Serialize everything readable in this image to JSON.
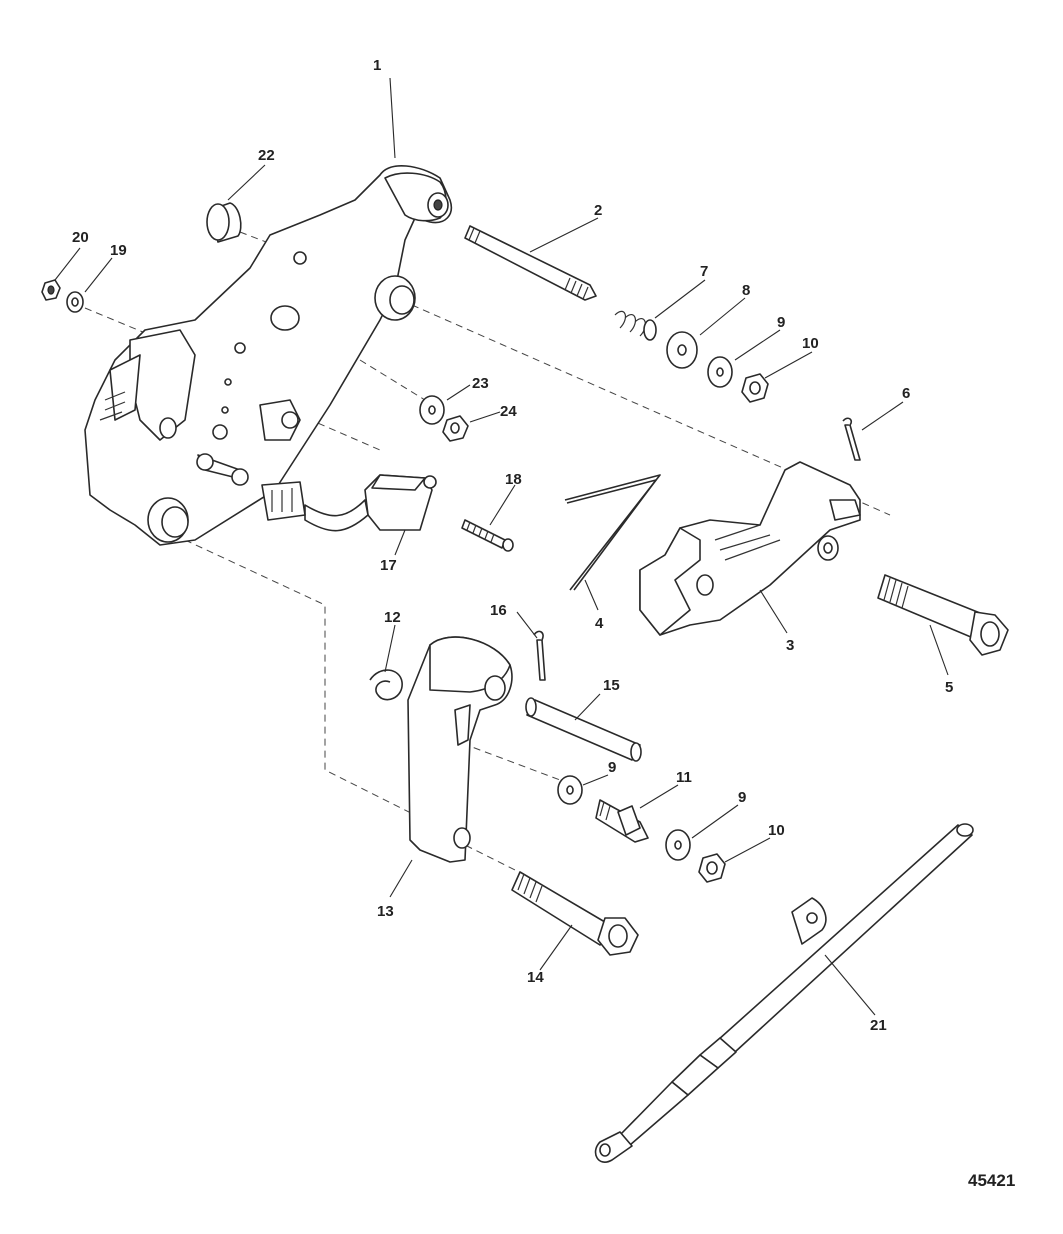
{
  "figure_number": "45421",
  "callouts": [
    {
      "id": "c1",
      "label": "1"
    },
    {
      "id": "c2",
      "label": "2"
    },
    {
      "id": "c3",
      "label": "3"
    },
    {
      "id": "c4",
      "label": "4"
    },
    {
      "id": "c5",
      "label": "5"
    },
    {
      "id": "c6",
      "label": "6"
    },
    {
      "id": "c7",
      "label": "7"
    },
    {
      "id": "c8",
      "label": "8"
    },
    {
      "id": "c9a",
      "label": "9"
    },
    {
      "id": "c10a",
      "label": "10"
    },
    {
      "id": "c9b",
      "label": "9"
    },
    {
      "id": "c11",
      "label": "11"
    },
    {
      "id": "c9c",
      "label": "9"
    },
    {
      "id": "c10b",
      "label": "10"
    },
    {
      "id": "c12",
      "label": "12"
    },
    {
      "id": "c13",
      "label": "13"
    },
    {
      "id": "c14",
      "label": "14"
    },
    {
      "id": "c15",
      "label": "15"
    },
    {
      "id": "c16",
      "label": "16"
    },
    {
      "id": "c17",
      "label": "17"
    },
    {
      "id": "c18",
      "label": "18"
    },
    {
      "id": "c19",
      "label": "19"
    },
    {
      "id": "c20",
      "label": "20"
    },
    {
      "id": "c21",
      "label": "21"
    },
    {
      "id": "c22",
      "label": "22"
    },
    {
      "id": "c23",
      "label": "23"
    },
    {
      "id": "c24",
      "label": "24"
    }
  ]
}
